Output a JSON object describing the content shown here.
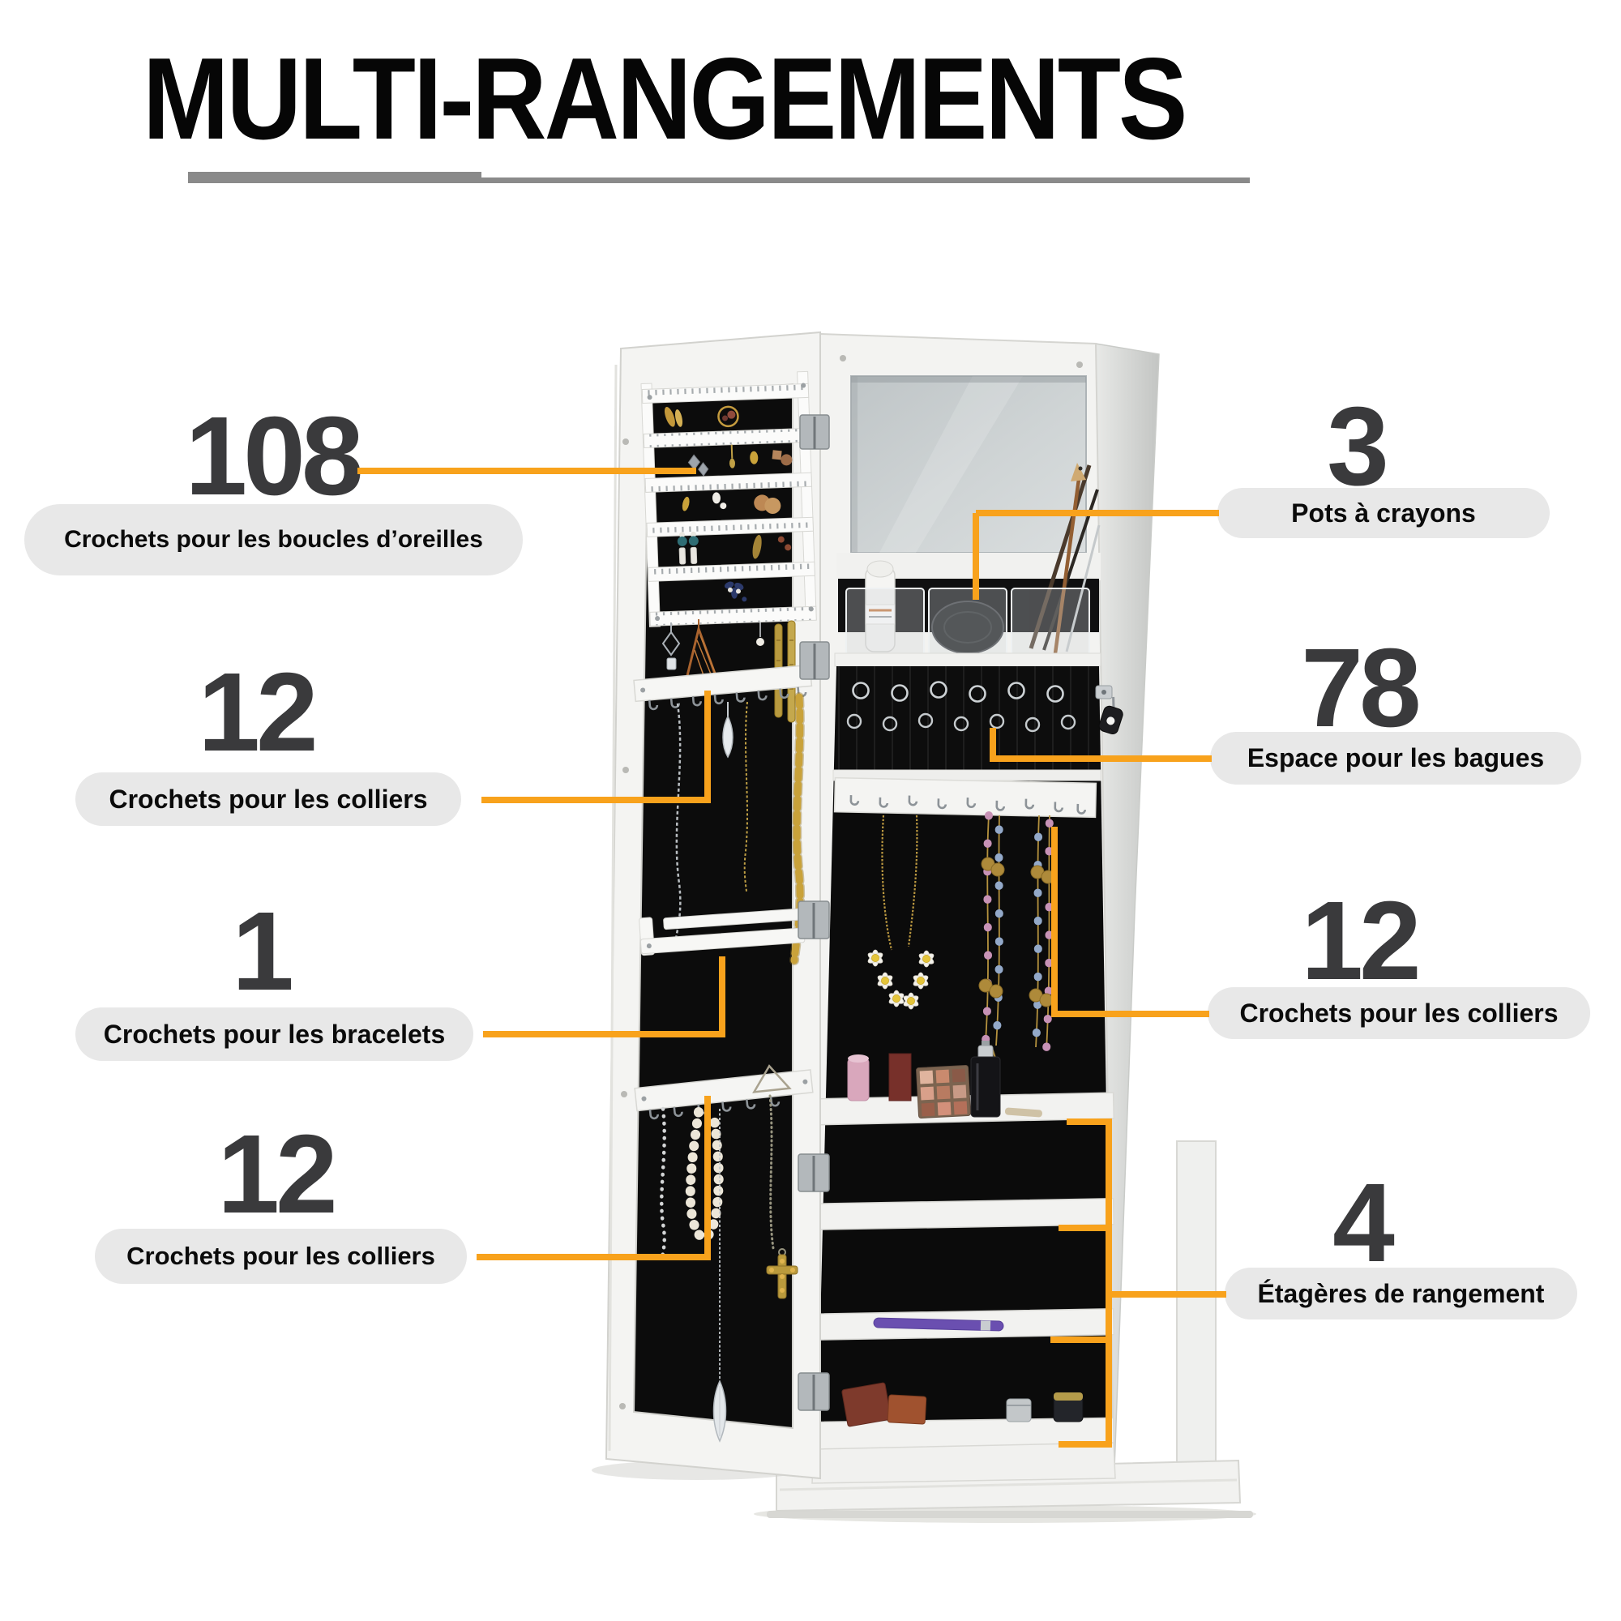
{
  "title": "MULTI-RANGEMENTS",
  "callouts": [
    {
      "id": "earring-hooks",
      "number": "108",
      "label": "Crochets pour les boucles d’oreilles"
    },
    {
      "id": "necklace-hooks-left",
      "number": "12",
      "label": "Crochets pour les colliers"
    },
    {
      "id": "bracelet-hooks",
      "number": "1",
      "label": "Crochets pour les bracelets"
    },
    {
      "id": "necklace-hooks-bottom-left",
      "number": "12",
      "label": "Crochets pour les colliers"
    },
    {
      "id": "pen-pots",
      "number": "3",
      "label": "Pots à crayons"
    },
    {
      "id": "ring-slots",
      "number": "78",
      "label": "Espace pour les bagues"
    },
    {
      "id": "necklace-hooks-right",
      "number": "12",
      "label": "Crochets pour les colliers"
    },
    {
      "id": "storage-shelves",
      "number": "4",
      "label": "Étagères de rangement"
    }
  ],
  "colors": {
    "accent_orange": "#F8A21C",
    "number_gray": "#3A3A3C",
    "pill_background": "#E8E8E8",
    "underline_gray": "#8A8A8A",
    "cabinet_felt_black": "#0B0B0B",
    "cabinet_wood_white": "#F3F3F1"
  }
}
